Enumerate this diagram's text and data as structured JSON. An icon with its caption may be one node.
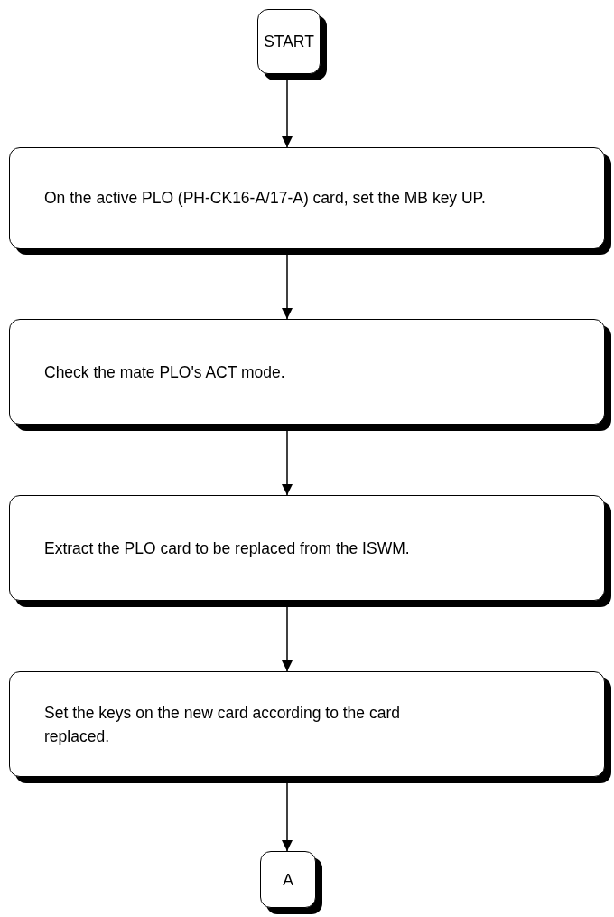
{
  "diagram": {
    "nodes": [
      {
        "text": [
          "START"
        ]
      },
      {
        "text": [
          "On the active PLO (PH-CK16-A/17-A) card, set the MB key UP."
        ]
      },
      {
        "text": [
          "Check the mate PLO's ACT mode."
        ]
      },
      {
        "text": [
          "Extract the PLO card to be replaced from the ISWM."
        ]
      },
      {
        "text": [
          "Set the keys on the new card according to the card replaced."
        ]
      },
      {
        "text": [
          "A"
        ]
      }
    ],
    "edges": [
      {
        "from": 0,
        "to": 1,
        "arrow": "to"
      },
      {
        "from": 1,
        "to": 2,
        "arrow": "to"
      },
      {
        "from": 2,
        "to": 3,
        "arrow": "to"
      },
      {
        "from": 3,
        "to": 4,
        "arrow": "to"
      },
      {
        "from": 4,
        "to": 5,
        "arrow": "to"
      }
    ]
  }
}
